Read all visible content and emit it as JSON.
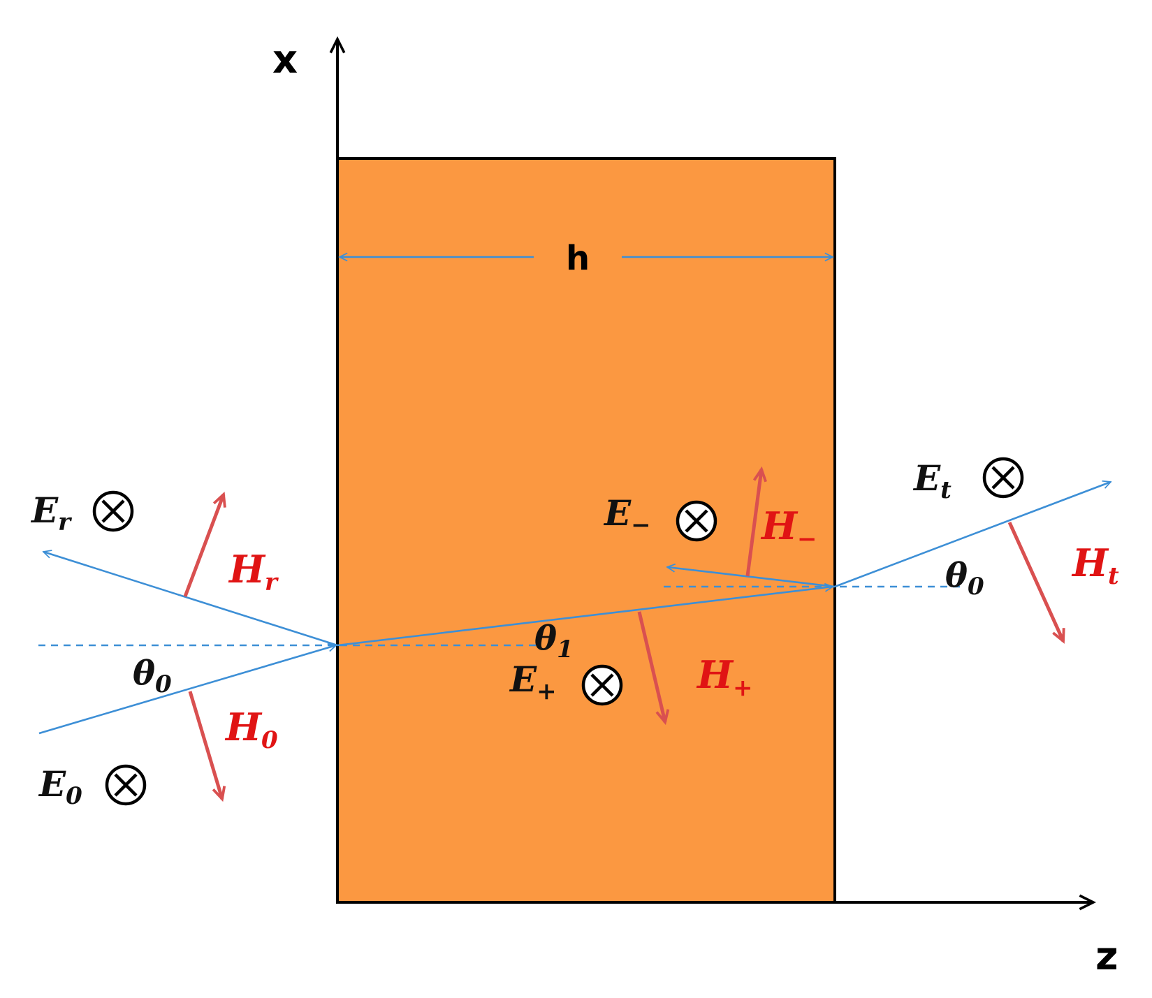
{
  "axes": {
    "x_label": "x",
    "z_label": "z"
  },
  "slab": {
    "fill_color": "#fb9841",
    "thickness_label": "h"
  },
  "colors": {
    "ray": "#3d8fd6",
    "h_field": "#d95050",
    "h_label": "#e01414"
  },
  "fields": {
    "incident": {
      "e_base": "E",
      "e_sub": "0",
      "h_base": "H",
      "h_sub": "0",
      "theta_base": "θ",
      "theta_sub": "0"
    },
    "reflected": {
      "e_base": "E",
      "e_sub": "r",
      "h_base": "H",
      "h_sub": "r"
    },
    "forward": {
      "e_base": "E",
      "e_sub": "+",
      "h_base": "H",
      "h_sub": "+",
      "theta_base": "θ",
      "theta_sub": "1"
    },
    "backward": {
      "e_base": "E",
      "e_sub": "−",
      "h_base": "H",
      "h_sub": "−"
    },
    "transmitted": {
      "e_base": "E",
      "e_sub": "t",
      "h_base": "H",
      "h_sub": "t",
      "theta_base": "θ",
      "theta_sub": "0"
    }
  }
}
